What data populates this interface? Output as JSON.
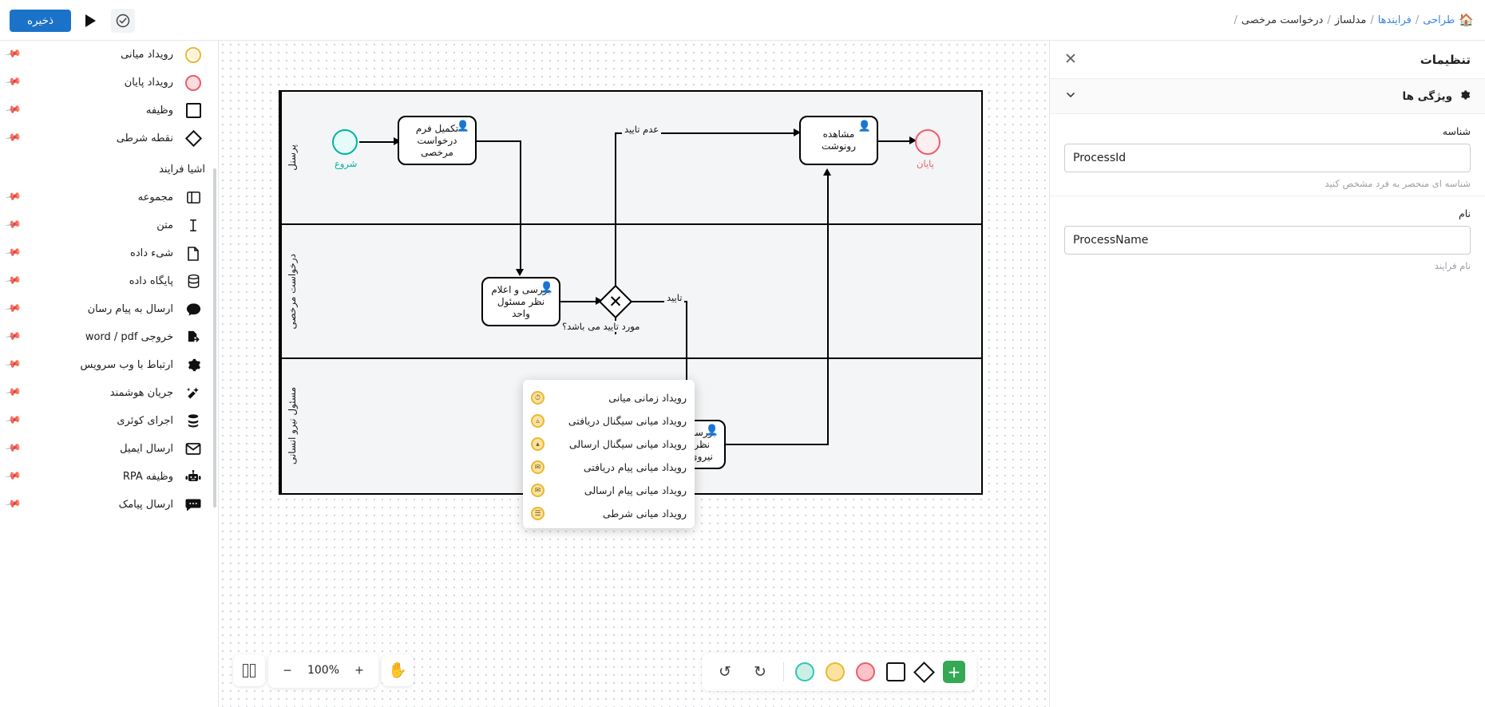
{
  "topbar": {
    "save_label": "ذخیره",
    "run_icon": "play-icon",
    "validate_icon": "check-circle-icon",
    "breadcrumb": {
      "home_icon": "home-icon",
      "items": [
        {
          "label": "طراحی",
          "type": "link"
        },
        {
          "label": "فرایندها",
          "type": "link"
        },
        {
          "label": "مدلساز",
          "type": "plain"
        },
        {
          "label": "درخواست مرخصی",
          "type": "plain"
        }
      ],
      "separator": "/"
    }
  },
  "palette": {
    "pin_icon": "pin-icon",
    "events_items": [
      {
        "label": "رویداد میانی",
        "icon": "intermediate-event-icon"
      },
      {
        "label": "رویداد پایان",
        "icon": "end-event-icon"
      },
      {
        "label": "وظیفه",
        "icon": "task-icon"
      },
      {
        "label": "نقطه شرطی",
        "icon": "gateway-icon"
      }
    ],
    "section_title": "اشیا فرایند",
    "process_items": [
      {
        "label": "مجموعه",
        "icon": "group-icon"
      },
      {
        "label": "متن",
        "icon": "text-icon"
      },
      {
        "label": "شی‌ء داده",
        "icon": "data-object-icon"
      },
      {
        "label": "پایگاه داده",
        "icon": "database-icon"
      },
      {
        "label": "ارسال به پیام رسان",
        "icon": "messenger-icon"
      },
      {
        "label": "خروجی word / pdf",
        "icon": "export-file-icon"
      },
      {
        "label": "ارتباط با وب سرویس",
        "icon": "gear-icon"
      },
      {
        "label": "جریان هوشمند",
        "icon": "magic-wand-icon"
      },
      {
        "label": "اجرای کوئری",
        "icon": "query-icon"
      },
      {
        "label": "ارسال ایمیل",
        "icon": "mail-icon"
      },
      {
        "label": "وظیفه RPA",
        "icon": "robot-icon"
      },
      {
        "label": "ارسال پیامک",
        "icon": "sms-icon"
      }
    ]
  },
  "canvas": {
    "lanes": [
      {
        "title": "پرسنل"
      },
      {
        "title": "درخواست مرخصی"
      },
      {
        "title": "مسئول نیرو انسانی"
      }
    ],
    "lane2_label": "مسئول واحد",
    "nodes": {
      "start_event": "شروع",
      "task_fill_form": "تکمیل فرم درخواست مرخصی",
      "task_unit_review": "بررسی و اعلام نظر مسئول واحد",
      "task_hr_review": "بررسی و اعلام نظر مسئول نیروی انسانی",
      "task_view_copy": "مشاهده رونوشت",
      "end_event": "پایان",
      "gateway_label": "مورد تایید می باشد؟",
      "gateway_symbol": "✕"
    },
    "edge_labels": {
      "reject": "عدم تایید",
      "approve": "تایید"
    }
  },
  "popup": {
    "items": [
      {
        "label": "رویداد زمانی میانی",
        "icon": "timer-event-icon"
      },
      {
        "label": "رویداد میانی سیگنال دریافتی",
        "icon": "signal-receive-icon"
      },
      {
        "label": "رویداد میانی سیگنال ارسالی",
        "icon": "signal-send-icon"
      },
      {
        "label": "رویداد میانی پیام دریافتی",
        "icon": "message-receive-icon"
      },
      {
        "label": "رویداد میانی پیام ارسالی",
        "icon": "message-send-icon"
      },
      {
        "label": "رویداد میانی شرطی",
        "icon": "conditional-event-icon"
      }
    ]
  },
  "zoombar": {
    "panels_icon": "panels-icon",
    "zoom_out_label": "−",
    "zoom_value": "100%",
    "zoom_in_label": "+",
    "hand_icon": "hand-icon"
  },
  "bottombar": {
    "undo_icon": "undo-icon",
    "redo_icon": "redo-icon",
    "start_event_icon": "start-event-icon",
    "intermediate_event_icon": "intermediate-event-icon",
    "end_event_icon": "end-event-icon",
    "task_icon": "task-icon",
    "gateway_icon": "gateway-icon",
    "add_label": "+"
  },
  "settings": {
    "title": "تنظیمات",
    "close_icon": "close-icon",
    "accordion": {
      "title": "ویژگی ها",
      "gear_icon": "gear-icon",
      "chevron_icon": "chevron-down-icon"
    },
    "fields": [
      {
        "label": "شناسه",
        "value": "ProcessId",
        "hint": "شناسه ای منحصر به فرد مشخص کنید"
      },
      {
        "label": "نام",
        "value": "ProcessName",
        "hint": "نام فرایند"
      }
    ]
  },
  "colors": {
    "accent_blue": "#1a73c8",
    "link_blue": "#3b82e0",
    "start_teal": "#00b3a4",
    "end_red": "#ef5b6b",
    "mid_yellow": "#e8b931",
    "add_green": "#34a853"
  }
}
